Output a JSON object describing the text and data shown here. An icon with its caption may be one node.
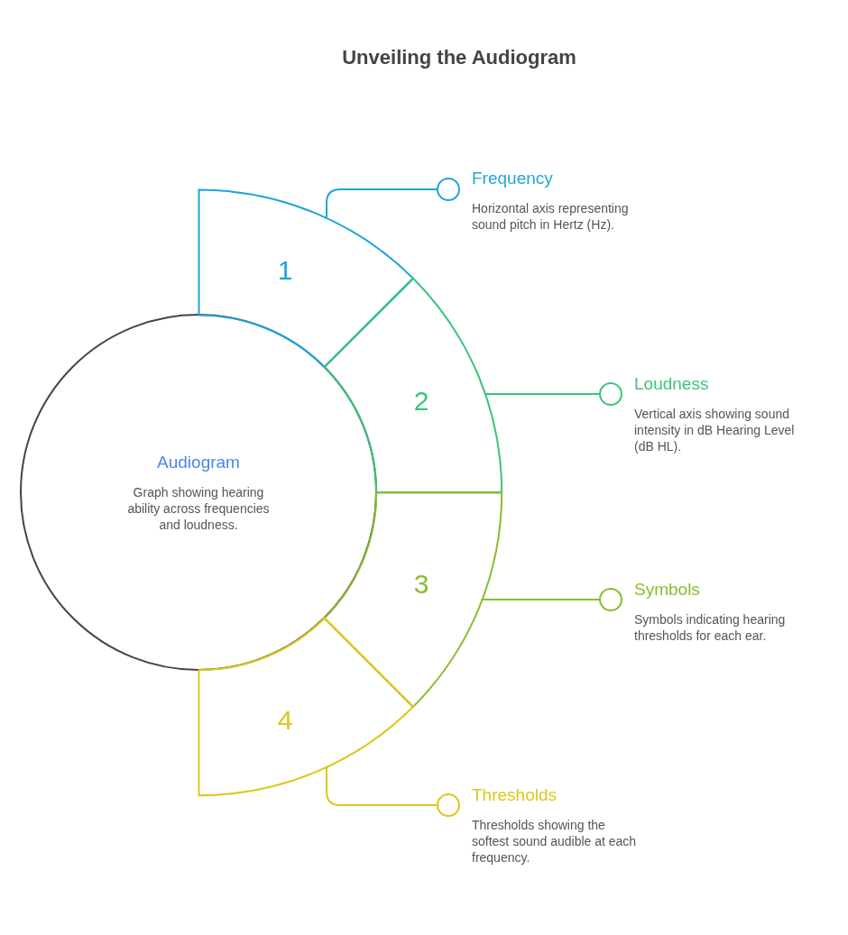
{
  "diagram": {
    "title": "Unveiling the Audiogram",
    "nodes": [
      {
        "text": [
          "Audiogram",
          "Graph showing hearing ability across frequencies and loudness."
        ]
      },
      {
        "text": [
          "1"
        ]
      },
      {
        "text": [
          "2"
        ]
      },
      {
        "text": [
          "3"
        ]
      },
      {
        "text": [
          "4"
        ]
      },
      {
        "text": [],
        "shape": "circle",
        "beside": [
          "Frequency",
          "Horizontal axis representing sound pitch in Hertz (Hz)."
        ]
      },
      {
        "text": [],
        "shape": "circle",
        "beside": [
          "Loudness",
          "Vertical axis showing sound intensity in dB Hearing Level (dB HL)."
        ]
      },
      {
        "text": [],
        "shape": "circle",
        "beside": [
          "Symbols",
          "Symbols indicating hearing thresholds for each ear."
        ]
      },
      {
        "text": [],
        "shape": "circle",
        "beside": [
          "Thresholds",
          "Thresholds showing the softest sound audible at each frequency."
        ]
      }
    ],
    "edges": [
      {
        "from": 1,
        "to": 5,
        "arrow": "none",
        "color": "#1ea6d8"
      },
      {
        "from": 2,
        "to": 6,
        "arrow": "none",
        "color": "#3cc47c"
      },
      {
        "from": 3,
        "to": 7,
        "arrow": "none",
        "color": "#8bbd2e"
      },
      {
        "from": 4,
        "to": 8,
        "arrow": "none",
        "color": "#dcc71a"
      }
    ]
  }
}
